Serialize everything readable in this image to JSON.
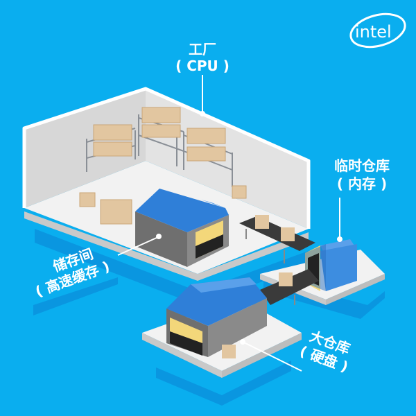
{
  "logo": {
    "text": "intel"
  },
  "labels": {
    "factory": {
      "title": "工厂",
      "sub": "( CPU )"
    },
    "memory": {
      "title": "临时仓库",
      "sub": "( 内存 )"
    },
    "cache": {
      "title": "储存间",
      "sub": "( 高速缓存 )"
    },
    "disk": {
      "title": "大仓库",
      "sub": "( 硬盘 )"
    }
  },
  "colors": {
    "background": "#0aaeef",
    "roof": "#2f7fd8",
    "building": "#7c7c7c",
    "door": "#f3d77a",
    "box": "#e2c6a0",
    "memory_box": "#3d8de0",
    "floor": "#f1f1f1",
    "conveyor": "#3a3a3a"
  }
}
